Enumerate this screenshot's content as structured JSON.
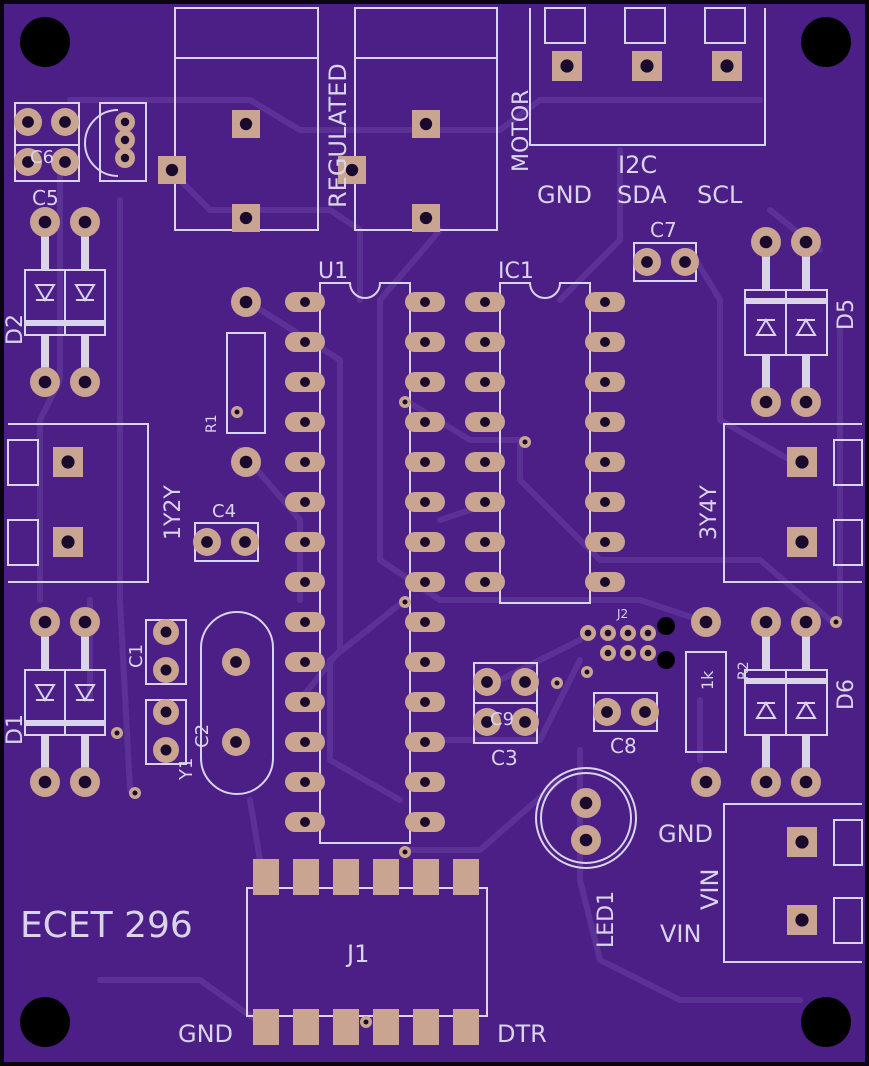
{
  "board": {
    "title": "ECET 296",
    "colors": {
      "substrate": "#4b1f86",
      "trace": "#5c3196",
      "silk": "#d9d4e8",
      "pad": "#c9a490",
      "hole": "#1a0b2e",
      "edge": "#0a0410"
    }
  },
  "labels": {
    "regulated": "REGULATED",
    "motor": "MOTOR",
    "i2c": "I2C",
    "gnd_top": "GND",
    "sda": "SDA",
    "scl": "SCL",
    "c5": "C5",
    "c6": "C6",
    "c7": "C7",
    "u1": "U1",
    "ic1": "IC1",
    "d2": "D2",
    "d5": "D5",
    "r1": "R1",
    "y12": "1Y2Y",
    "y34": "3Y4Y",
    "c4": "C4",
    "j2": "J2",
    "c1": "C1",
    "c2": "C2",
    "y1": "Y1",
    "d1": "D1",
    "c9": "C9",
    "c3": "C3",
    "c8": "C8",
    "r2": "R2",
    "r2_value": "1k",
    "d6": "D6",
    "led1": "LED1",
    "gnd_right": "GND",
    "vin_a": "VIN",
    "vin_b": "VIN",
    "j1": "J1",
    "gnd_bottom": "GND",
    "dtr": "DTR",
    "title": "ECET 296"
  }
}
